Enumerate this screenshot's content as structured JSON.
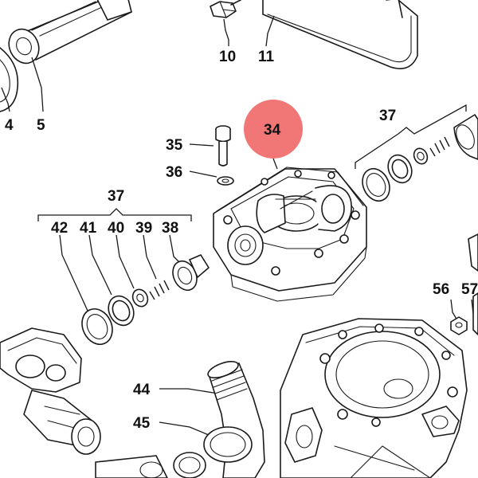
{
  "diagram": {
    "highlight_color": "#f06a6a",
    "highlighted_part": "34",
    "callouts": {
      "p4": "4",
      "p5": "5",
      "p10": "10",
      "p11": "11",
      "p34": "34",
      "p35": "35",
      "p36": "36",
      "p37_right": "37",
      "p37_left": "37",
      "p38": "38",
      "p39": "39",
      "p40": "40",
      "p41": "41",
      "p42": "42",
      "p44": "44",
      "p45": "45",
      "p56": "56",
      "p57": "57"
    }
  }
}
